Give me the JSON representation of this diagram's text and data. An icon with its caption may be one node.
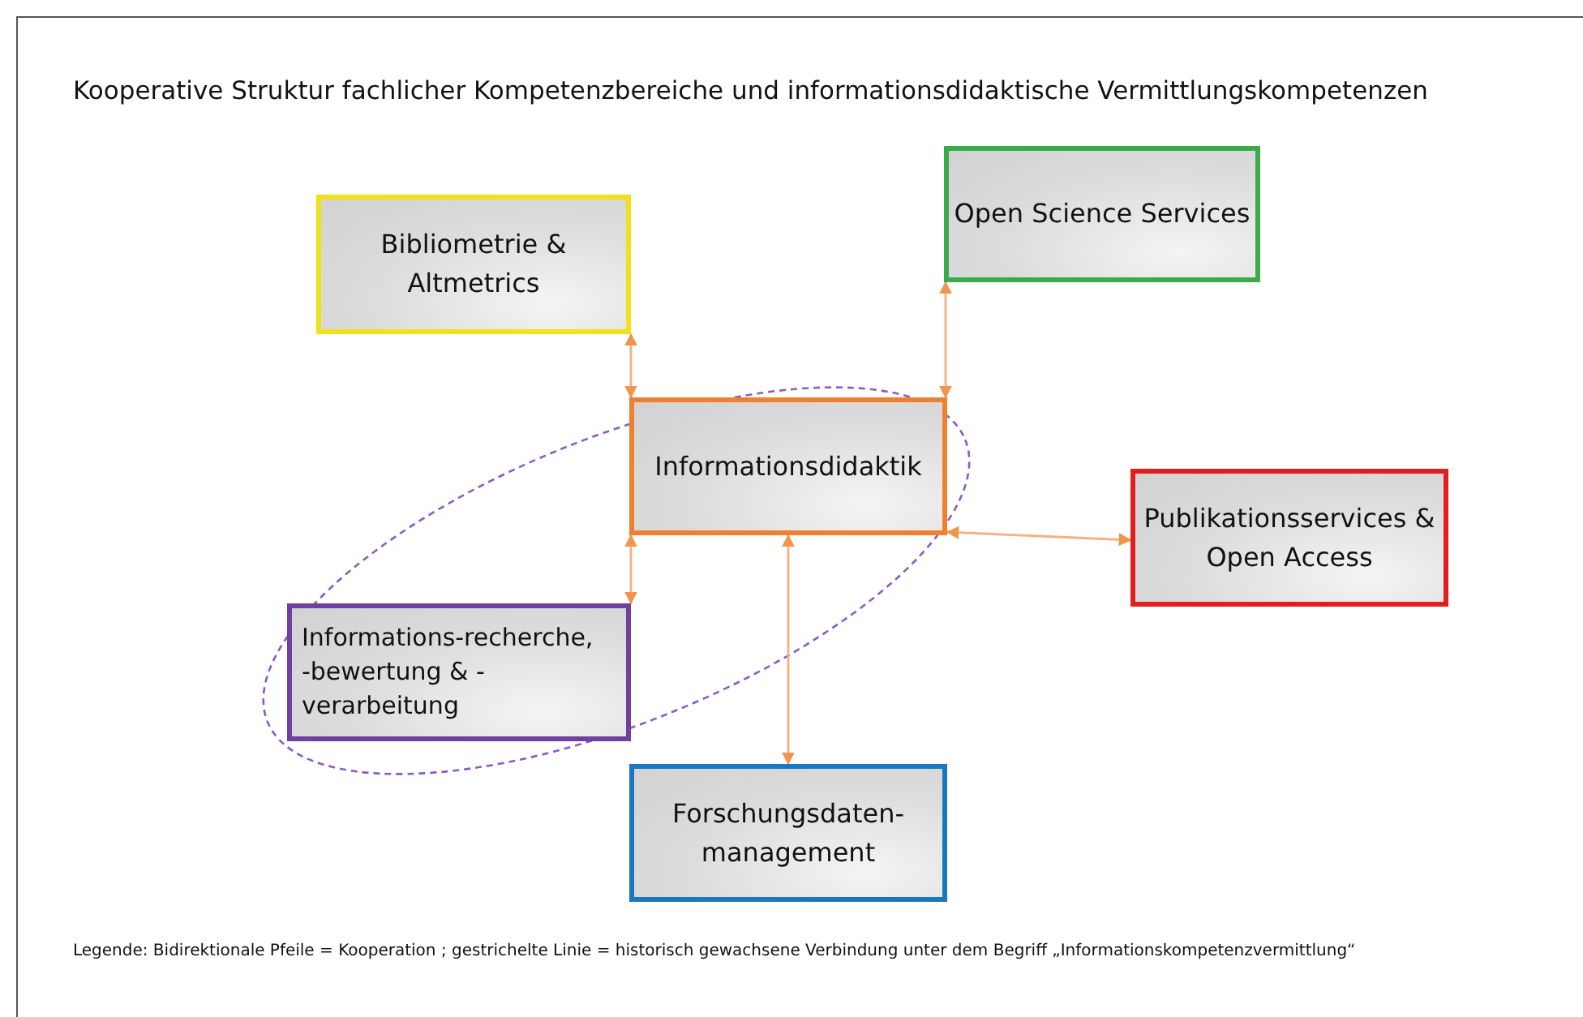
{
  "diagram": {
    "title": "Kooperative Struktur fachlicher Kompetenzbereiche und informationsdidaktische Vermittlungskompetenzen",
    "nodes": [
      {
        "text": [
          "Bibliometrie & Altmetrics"
        ]
      },
      {
        "text": [
          "Open Science Services"
        ]
      },
      {
        "text": [
          "Informationsdidaktik"
        ]
      },
      {
        "text": [
          "Publikationsservices & Open Access"
        ]
      },
      {
        "text": [
          "Informations-recherche, -bewertung & -verarbeitung"
        ]
      },
      {
        "text": [
          "Forschungsdaten-management"
        ]
      }
    ],
    "edges": [
      {
        "from": 2,
        "to": 0,
        "arrow": "both"
      },
      {
        "from": 2,
        "to": 1,
        "arrow": "both"
      },
      {
        "from": 2,
        "to": 3,
        "arrow": "both"
      },
      {
        "from": 2,
        "to": 4,
        "arrow": "both"
      },
      {
        "from": 2,
        "to": 5,
        "arrow": "both"
      }
    ],
    "labels": [
      "Legende: Bidirektionale Pfeile = Kooperation ; gestrichelte Linie = historisch gewachsene Verbindung unter dem Begriff „Informationskompetenzvermittlung“"
    ]
  }
}
